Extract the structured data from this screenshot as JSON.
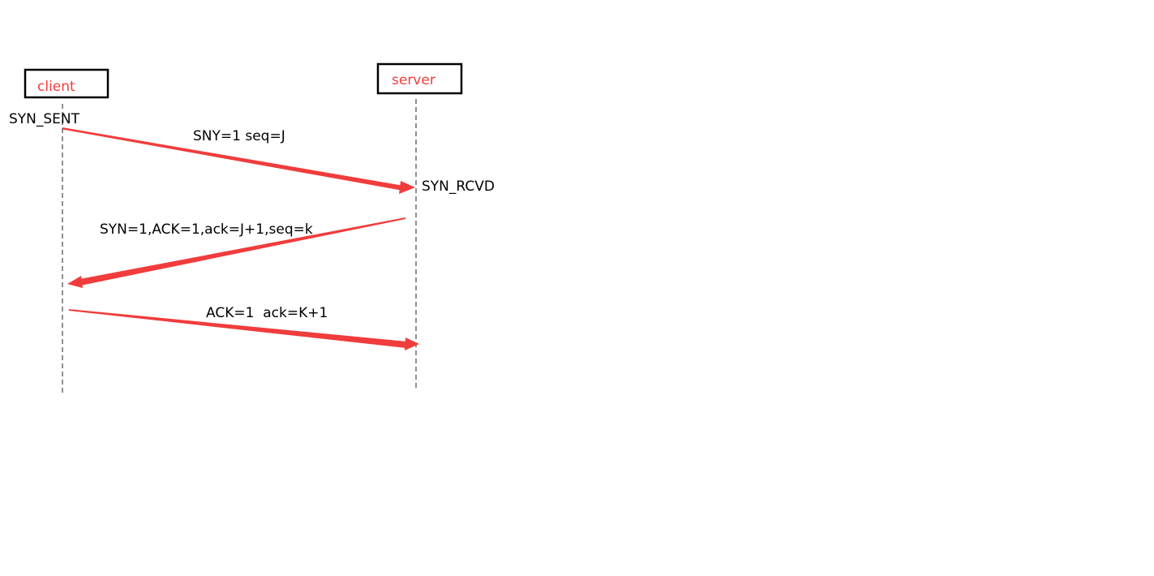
{
  "participants": {
    "client": {
      "label": "client"
    },
    "server": {
      "label": "server"
    }
  },
  "states": {
    "client_state": "SYN_SENT",
    "server_state": "SYN_RCVD"
  },
  "messages": [
    {
      "label": "SNY=1 seq=J",
      "from": "client",
      "to": "server"
    },
    {
      "label": "SYN=1,ACK=1,ack=J+1,seq=k",
      "from": "server",
      "to": "client"
    },
    {
      "label": "ACK=1  ack=K+1",
      "from": "client",
      "to": "server"
    }
  ],
  "colors": {
    "accent": "#f03c3c",
    "box_border": "#000000",
    "lifeline": "#555555",
    "text": "#000000"
  }
}
